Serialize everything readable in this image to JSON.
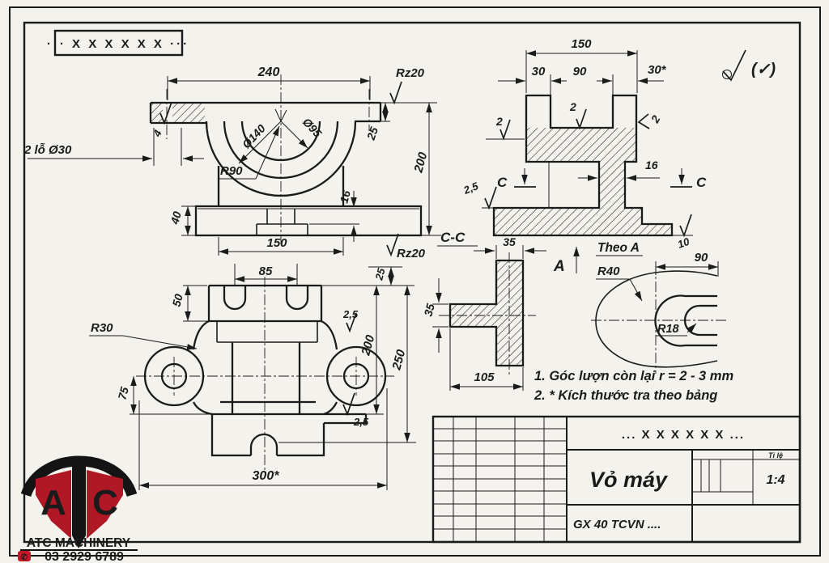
{
  "header": {
    "stamp": "··· X X X X X X ···",
    "finish_note": "(✓)"
  },
  "front_view": {
    "dim_240": "240",
    "rz20_top": "Rz20",
    "dia_140": "Ø140",
    "dia_95": "Ø95",
    "holes_note": "2 lỗ Ø30",
    "rough_4": "4",
    "r90": "R90",
    "dim_40": "40",
    "dim_150": "150",
    "dim_16": "16",
    "dim_25_flange": "25",
    "dim_200": "200",
    "rz20_bottom": "Rz20"
  },
  "side_view": {
    "dim_150": "150",
    "dim_30_left": "30",
    "dim_90": "90",
    "dim_30_right": "30*",
    "rough_2_left": "2",
    "rough_2_mid": "2",
    "rough_2_right": "2",
    "dim_16": "16",
    "section_c_left": "C",
    "section_c_right": "C",
    "rough_25": "2,5",
    "rough_10": "10"
  },
  "section_cc": {
    "title": "C-C",
    "dim_35_top": "35",
    "dim_35_left": "35",
    "dim_105": "105"
  },
  "view_a": {
    "arrow_label": "A",
    "title": "Theo A",
    "r40": "R40",
    "r18": "R18",
    "dim_90": "90"
  },
  "plan_view": {
    "dim_85": "85",
    "dim_50": "50",
    "r30": "R30",
    "dim_75": "75",
    "rough_25_top": "2,5",
    "rough_25_bottom": "2,5",
    "dim_25": "25",
    "dim_200": "200",
    "dim_250": "250",
    "dim_300": "300*"
  },
  "notes": {
    "line1": "1. Góc lượn còn lại r = 2 - 3 mm",
    "line2": "2. * Kích thước tra theo bảng"
  },
  "title_block": {
    "stamp": "... X X X X X X ...",
    "part_name": "Vỏ máy",
    "scale_label": "Tỉ lệ",
    "scale_value": "1:4",
    "material": "GX 40 TCVN ...."
  },
  "logo": {
    "letter_a": "A",
    "letter_c": "C",
    "brand": "ATC MACHINERY",
    "phone": "03 2929 6789"
  }
}
